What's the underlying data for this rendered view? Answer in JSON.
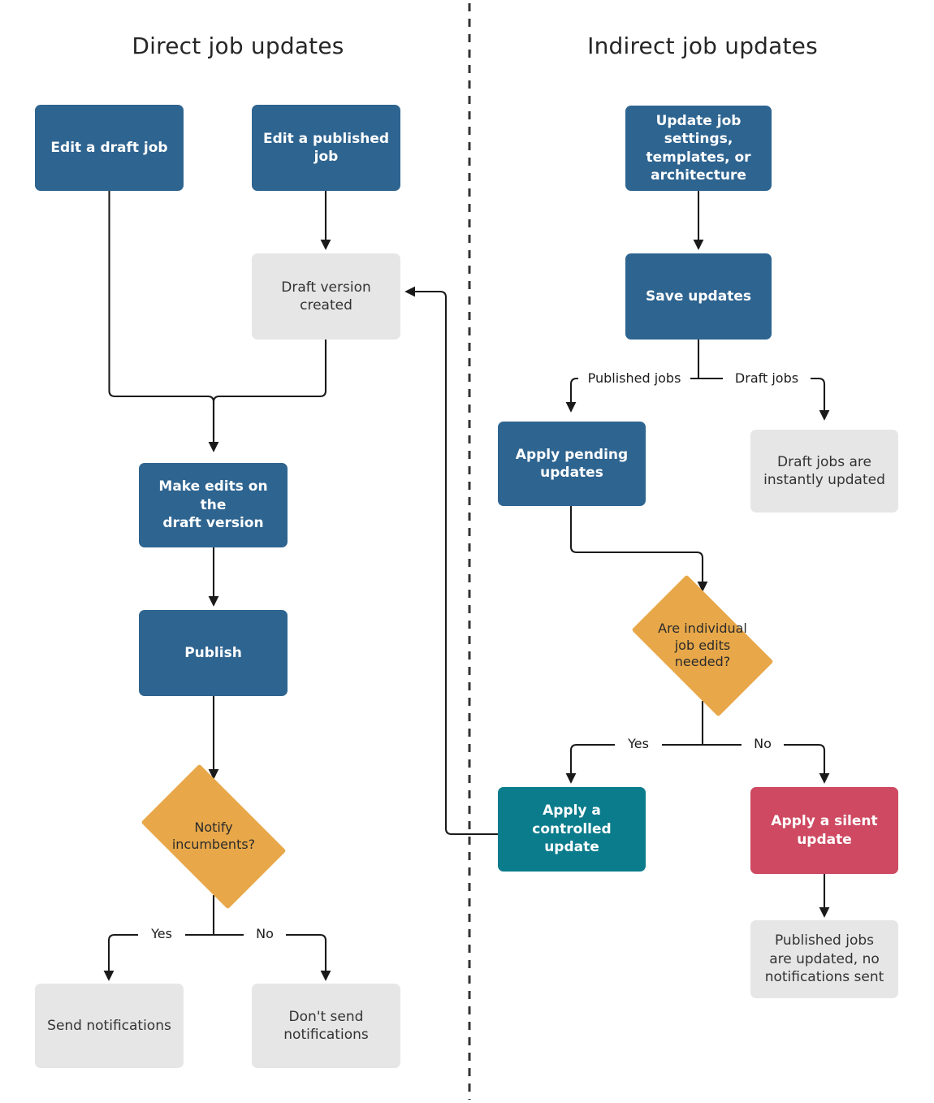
{
  "columns": [
    {
      "id": "direct",
      "title": "Direct job updates"
    },
    {
      "id": "indirect",
      "title": "Indirect job updates"
    }
  ],
  "nodes": {
    "edit_draft_job": "Edit a draft job",
    "edit_published_job": "Edit a published\njob",
    "draft_version_created": "Draft version\ncreated",
    "make_edits": "Make edits on the\ndraft version",
    "publish": "Publish",
    "notify_incumbents": "Notify\nincumbents?",
    "send_notifications": "Send notifications",
    "dont_send_notifications": "Don't send\nnotifications",
    "update_job_settings": "Update job settings,\ntemplates, or\narchitecture",
    "save_updates": "Save updates",
    "apply_pending_updates": "Apply pending\nupdates",
    "draft_jobs_instantly_updated": "Draft jobs are\ninstantly updated",
    "are_individual_job_edits_needed": "Are individual\njob edits\nneeded?",
    "apply_controlled_update": "Apply a controlled\nupdate",
    "apply_silent_update": "Apply a silent\nupdate",
    "published_jobs_updated_no_notifications": "Published jobs\nare updated, no\nnotifications sent"
  },
  "edge_labels": {
    "notify_yes": "Yes",
    "notify_no": "No",
    "published_jobs": "Published jobs",
    "draft_jobs": "Draft jobs",
    "edits_yes": "Yes",
    "edits_no": "No"
  },
  "colors": {
    "process_blue": "#2E6490",
    "terminal_gray": "#E6E6E6",
    "decision_orange": "#E8A849",
    "controlled_teal": "#0B7C8C",
    "silent_red": "#CE4961",
    "connector": "#1a1a1a",
    "divider": "#333333",
    "background": "#ffffff",
    "title_text": "#262626"
  }
}
